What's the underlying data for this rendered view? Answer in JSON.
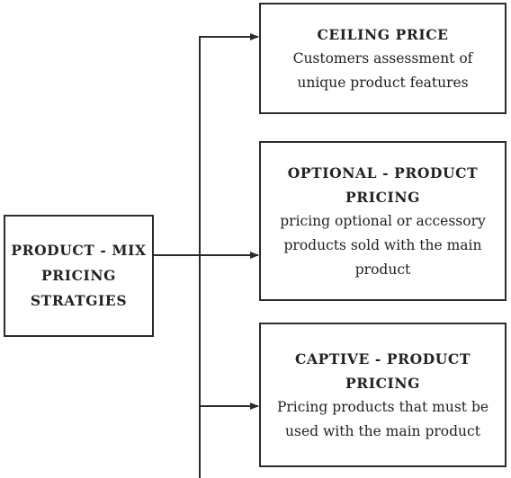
{
  "root": {
    "lines": [
      "PRODUCT - MIX",
      "PRICING",
      "STRATGIES"
    ]
  },
  "boxes": [
    {
      "title": [
        "CEILING PRICE"
      ],
      "desc": [
        "Customers assessment of",
        "unique product features"
      ]
    },
    {
      "title": [
        "OPTIONAL - PRODUCT",
        "PRICING"
      ],
      "desc": [
        "pricing optional or accessory",
        "products sold with the main",
        "product"
      ]
    },
    {
      "title": [
        "CAPTIVE - PRODUCT",
        "PRICING"
      ],
      "desc": [
        "Pricing products that must be",
        "used with the main product"
      ]
    }
  ],
  "colors": {
    "line": "#2b2b2b",
    "border": "#2b2b2b",
    "text": "#222222"
  }
}
